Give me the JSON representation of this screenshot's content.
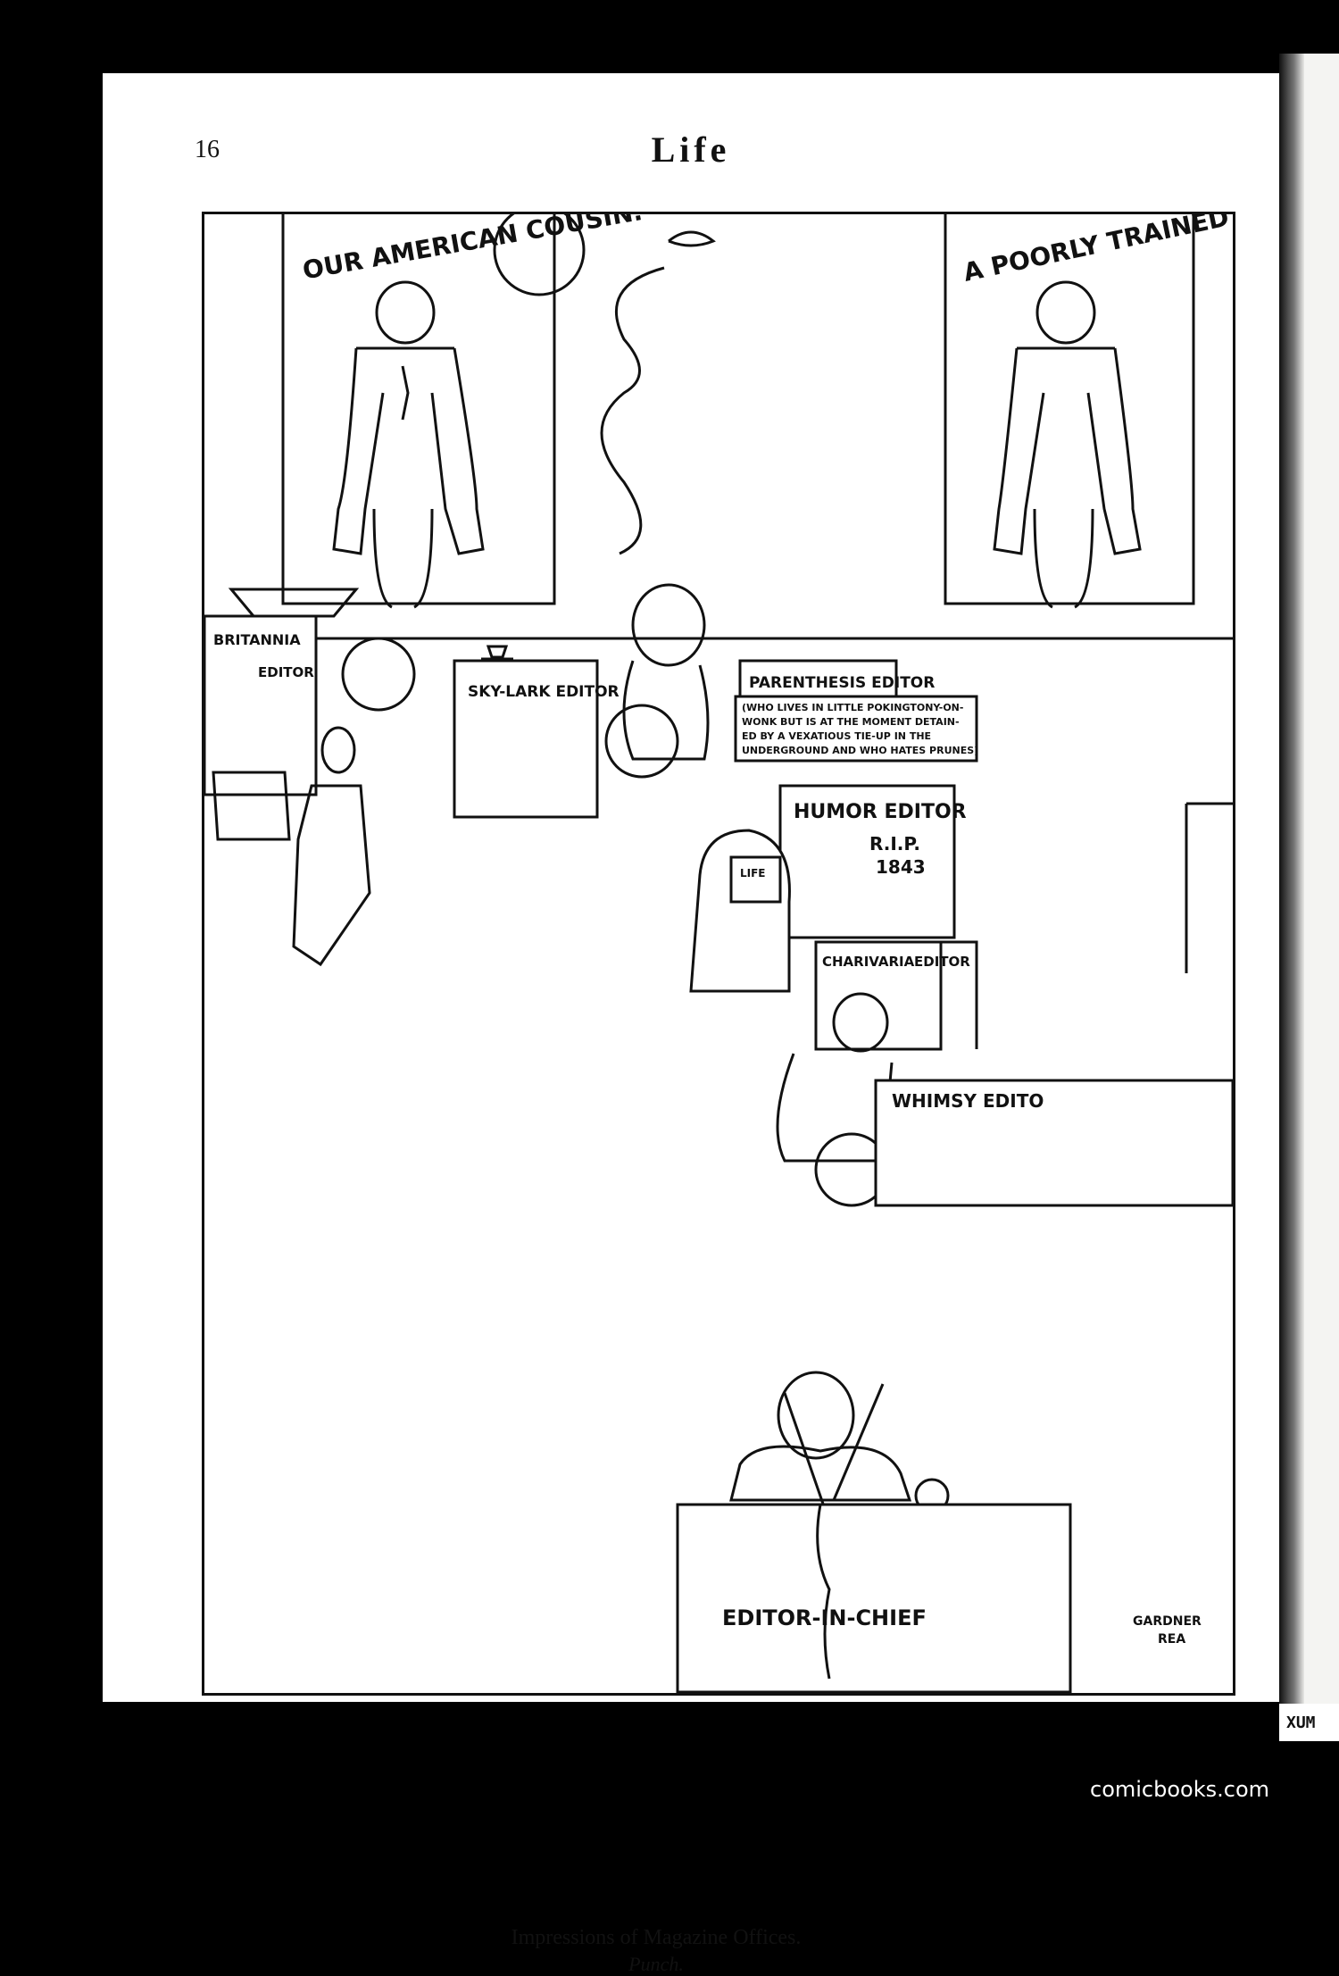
{
  "page": {
    "number": "16",
    "masthead": "Life"
  },
  "cartoon": {
    "poster_left": "OUR AMERICAN COUSIN.",
    "poster_right": "A POORLY TRAINED APE.",
    "desk_britannia_1": "BRITANNIA",
    "desk_britannia_2": "EDITOR",
    "desk_skylark": "SKY-LARK EDITOR",
    "desk_parenthesis": "PARENTHESIS EDITOR",
    "parenthesis_note_1": "(WHO LIVES IN LITTLE POKINGTONY-ON-",
    "parenthesis_note_2": "WONK BUT IS AT THE MOMENT DETAIN-",
    "parenthesis_note_3": "ED BY A VEXATIOUS TIE-UP IN THE",
    "parenthesis_note_4": "UNDERGROUND AND WHO HATES PRUNES)",
    "desk_humor": "HUMOR EDITOR",
    "tomb_rip": "R.I.P.",
    "tomb_year": "1843",
    "magazine_label": "LIFE",
    "desk_charivaria_1": "CHARIVARIA",
    "desk_charivaria_2": "EDITOR",
    "desk_whimsy": "WHIMSY EDITO",
    "desk_chief": "EDITOR-IN-CHIEF",
    "signature_1": "GARDNER",
    "signature_2": "REA"
  },
  "caption": {
    "title": "Impressions of Magazine Offices.",
    "source": "Punch."
  },
  "overlay": {
    "tab": "XUM",
    "watermark": "comicbooks.com"
  }
}
